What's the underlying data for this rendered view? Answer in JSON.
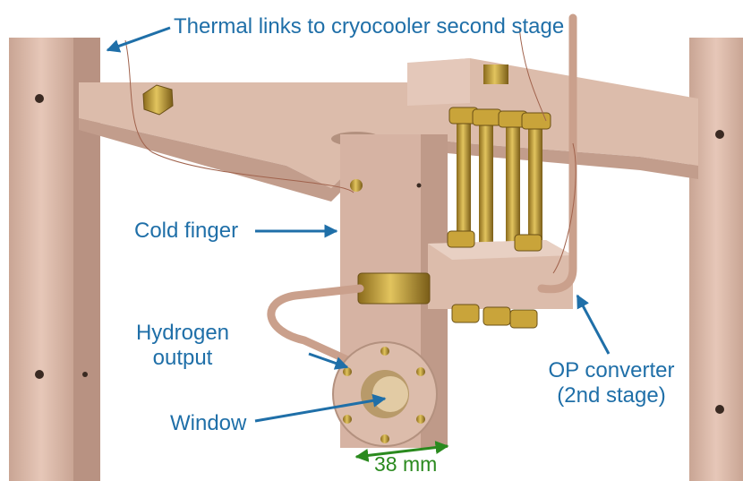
{
  "annotations": {
    "thermal_links": "Thermal links to cryocooler second stage",
    "cold_finger": "Cold finger",
    "hydrogen_output_line1": "Hydrogen",
    "hydrogen_output_line2": "output",
    "window": "Window",
    "op_converter_line1": "OP converter",
    "op_converter_line2": "(2nd stage)",
    "dimension": "38 mm"
  },
  "colors": {
    "copper": "#d9b3a1",
    "copper_dark": "#b8907d",
    "brass": "#c9a43a",
    "label_blue": "#1f6fa8",
    "dimension_green": "#2a8a1e"
  }
}
